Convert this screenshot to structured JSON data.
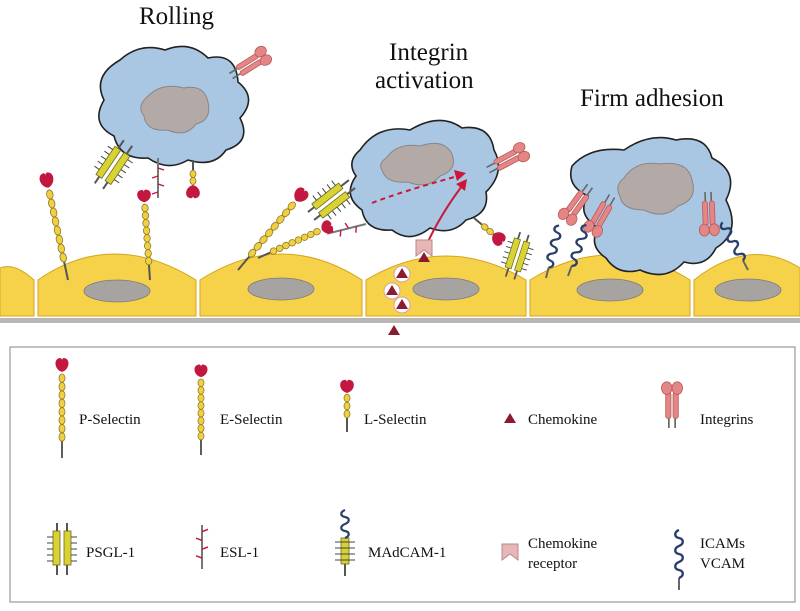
{
  "titles": {
    "rolling": "Rolling",
    "integrin_line1": "Integrin",
    "integrin_line2": "activation",
    "firm_adhesion": "Firm adhesion"
  },
  "legend": {
    "p_selectin": "P-Selectin",
    "e_selectin": "E-Selectin",
    "l_selectin": "L-Selectin",
    "chemokine": "Chemokine",
    "integrins": "Integrins",
    "psgl1": "PSGL-1",
    "esl1": "ESL-1",
    "madcam1": "MAdCAM-1",
    "chemokine_receptor_line1": "Chemokine",
    "chemokine_receptor_line2": "receptor",
    "icams": "ICAMs",
    "vcam": "VCAM"
  },
  "colors": {
    "leukocyte": "#a9c7e3",
    "nucleus": "#b3aaa8",
    "endothelium": "#f6d24a",
    "endo_nucleus": "#a7a3a0",
    "selectin_head": "#c2183f",
    "stalk": "#e8c63a",
    "integrin": "#e08080",
    "chemokine": "#8a1b31",
    "icam": "#2a3f6b",
    "arrow": "#c9183a",
    "membrane": "#b9b6b4"
  }
}
